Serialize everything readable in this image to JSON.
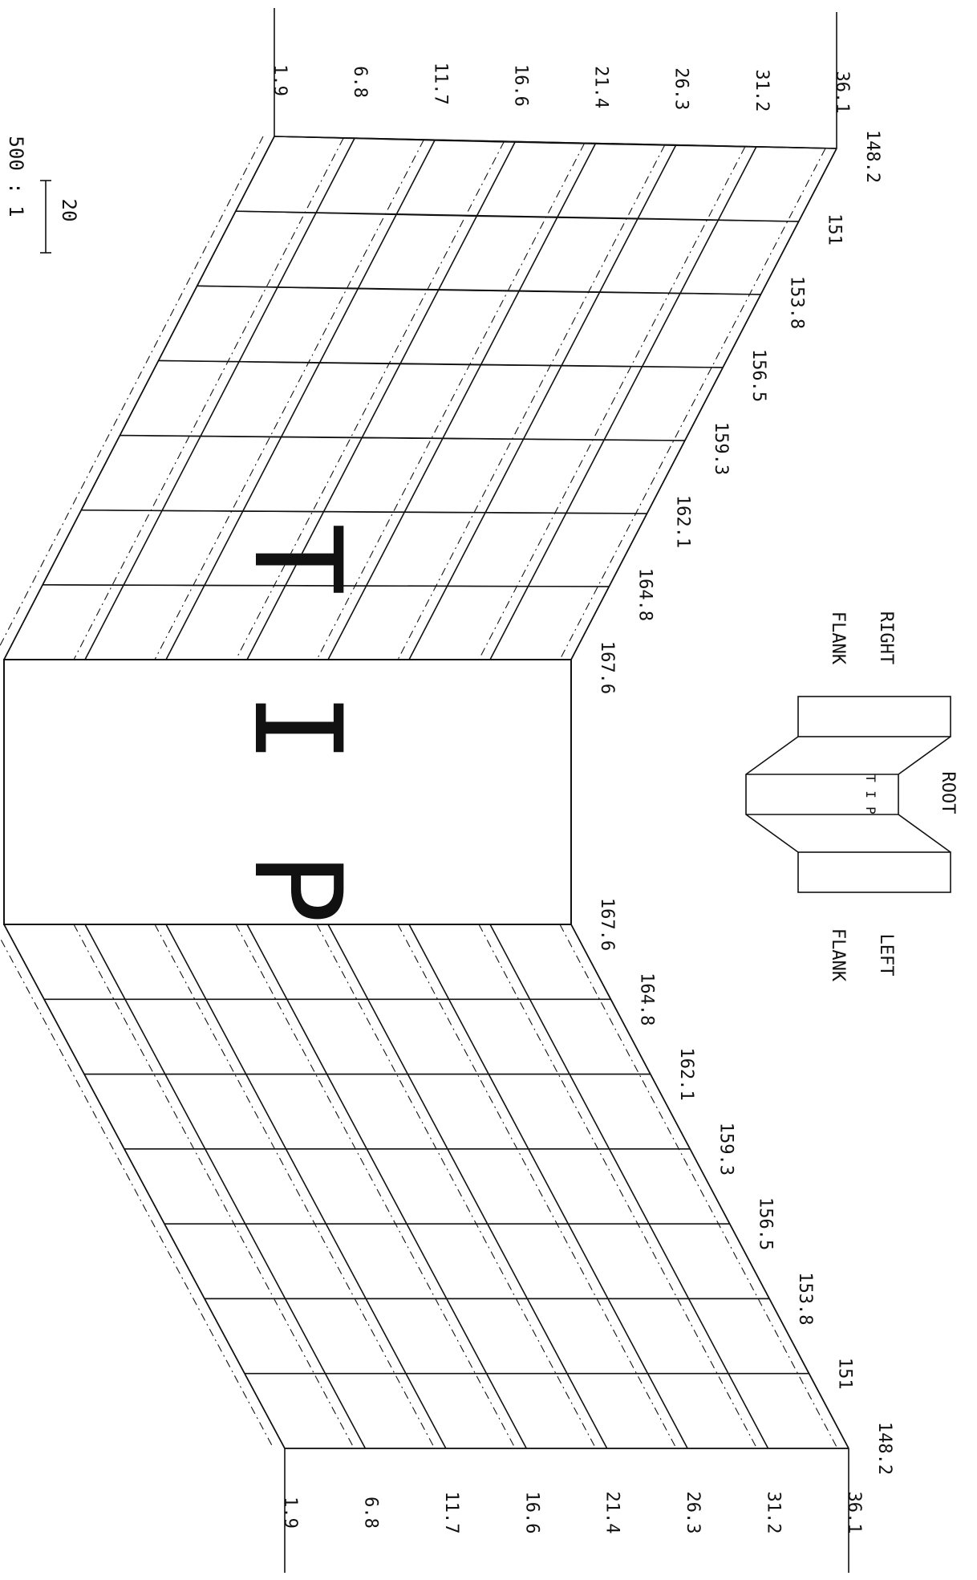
{
  "diagram": {
    "description_free": true,
    "tip_letters": [
      "T",
      "I",
      "P"
    ],
    "inset": {
      "root_label": "ROOT",
      "right_flank_label": [
        "RIGHT",
        "FLANK"
      ],
      "left_flank_label": [
        "LEFT",
        "FLANK"
      ],
      "tip_letters": [
        "T",
        "I",
        "P"
      ]
    },
    "scale": {
      "bar_value": "20",
      "ratio": "500 : 1"
    },
    "right_flank": {
      "profile_positions": [
        "148.2",
        "151",
        "153.8",
        "156.5",
        "159.3",
        "162.1",
        "164.8",
        "167.6"
      ],
      "lead_positions": [
        "1.9",
        "6.8",
        "11.7",
        "16.6",
        "21.4",
        "26.3",
        "31.2",
        "36.1"
      ]
    },
    "left_flank": {
      "profile_positions": [
        "167.6",
        "164.8",
        "162.1",
        "159.3",
        "156.5",
        "153.8",
        "151",
        "148.2"
      ],
      "lead_positions": [
        "1.9",
        "6.8",
        "11.7",
        "16.6",
        "21.4",
        "26.3",
        "31.2",
        "36.1"
      ]
    },
    "colors": {
      "ink": "#111111",
      "paper": "#ffffff"
    }
  }
}
